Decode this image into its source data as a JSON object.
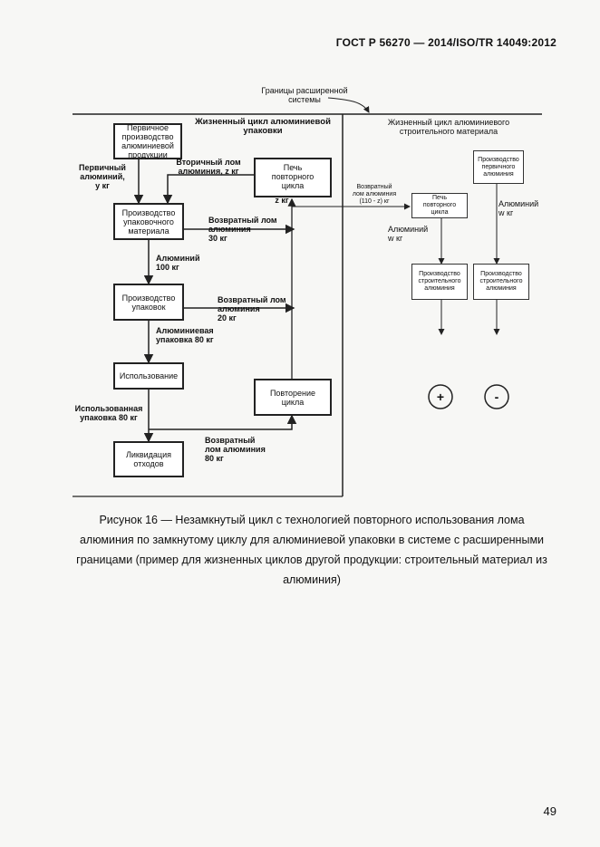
{
  "header": "ГОСТ Р 56270 — 2014/ISO/TR 14049:2012",
  "boundary_label": "Границы расширенной\nсистемы",
  "left_title": "Жизненный цикл алюминиевой\nупаковки",
  "right_title": "Жизненный цикл алюминиевого\nстроительного материала",
  "boxes": {
    "primary_al": "Первичное\nпроизводство\nалюминиевой\nпродукции",
    "pack_material": "Производство\nупаковочного\nматериала",
    "pack_prod": "Производство\nупаковок",
    "use": "Использование",
    "disposal": "Ликвидация\nотходов",
    "furnace_left": "Печь\nповторного\nцикла",
    "recycling": "Повторение\nцикла",
    "primary_al_right": "Производство\nпервичного\nалюминия",
    "furnace_right": "Печь\nповторного\nцикла",
    "building_1": "Производство\nстроительного\nалюминия",
    "building_2": "Производство\nстроительного\nалюминия"
  },
  "flows": {
    "primary_input": "Первичный\nалюминий,\ny кг",
    "secondary_scrap": "Вторичный лом\nалюминия, z кг",
    "z_kg": "z кг",
    "return_scrap_1": "Возвратный лом\nалюминия\n30 кг",
    "aluminium_100": "Алюминий\n100 кг",
    "return_scrap_2": "Возвратный лом\nалюминия\n20 кг",
    "al_pack_80": "Алюминиевая\nупаковка 80 кг",
    "used_pack_80": "Использованная\nупаковка 80 кг",
    "return_scrap_3": "Возвратный\nлом алюминия\n80 кг",
    "return_scrap_cross": "Возвратный\nлом алюминия\n(110 - z) кг",
    "al_w_left": "Алюминий\nw кг",
    "al_w_right": "Алюминий\nw кг"
  },
  "symbols": {
    "plus": "+",
    "minus": "-"
  },
  "caption": "Рисунок 16 — Незамкнутый цикл с технологией повторного использования лома алюминия по замкнутому циклу для алюминиевой упаковки в системе с расширенными границами (пример для жизненных циклов другой продукции: строительный материал из алюминия)",
  "page_number": "49"
}
